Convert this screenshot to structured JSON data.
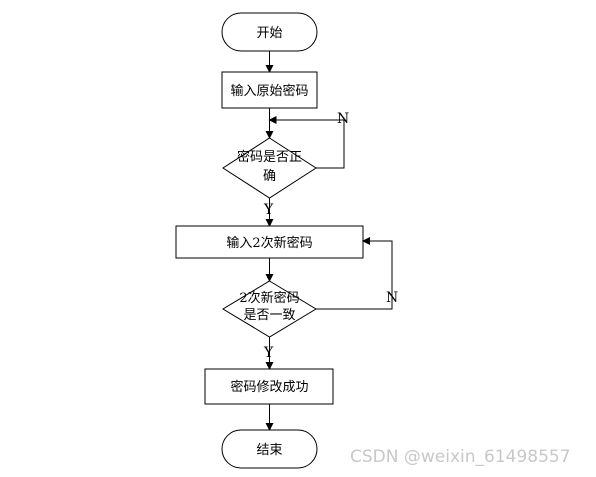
{
  "nodes": {
    "start": "开始",
    "input_old": "输入原始密码",
    "check_old_line1": "密码是否正",
    "check_old_line2": "确",
    "input_new": "输入2次新密码",
    "check_new_line1": "2次新密码",
    "check_new_line2": "是否一致",
    "success": "密码修改成功",
    "end": "结束"
  },
  "labels": {
    "no_1": "N",
    "yes_1": "Y",
    "no_2": "N",
    "yes_2": "Y"
  },
  "watermark": "CSDN @weixin_61498557"
}
